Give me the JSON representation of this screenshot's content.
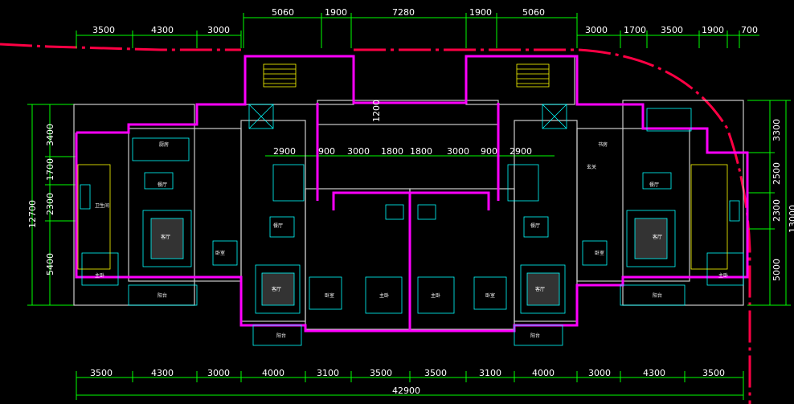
{
  "drawing": {
    "top_dims_row1": [
      "5060",
      "1900",
      "7280",
      "1900",
      "5060"
    ],
    "top_dims_row2_left": [
      "3500",
      "4300",
      "3000"
    ],
    "top_dims_row2_right": [
      "3000",
      "1700",
      "3500",
      "1900",
      "700"
    ],
    "mid_dims": [
      "2900",
      "900",
      "3000",
      "1800",
      "1800",
      "3000",
      "900",
      "2900"
    ],
    "corridor_dim": "1200",
    "bottom_dims": [
      "3500",
      "4300",
      "3000",
      "4000",
      "3100",
      "3500",
      "3500",
      "3100",
      "4000",
      "3000",
      "4300",
      "3500"
    ],
    "total_width": "42900",
    "left_dims": [
      "3400",
      "1700",
      "2300",
      "5400"
    ],
    "left_total": "12700",
    "right_dims": [
      "3300",
      "2500",
      "2300",
      "5000"
    ],
    "right_total": "13000",
    "room_labels": {
      "dining": "餐厅",
      "living": "客厅",
      "master_bedroom": "主卧",
      "bedroom": "卧室",
      "kitchen": "厨房",
      "bath": "卫生间",
      "balcony": "阳台",
      "study": "书房",
      "entry": "玄关"
    }
  },
  "colors": {
    "background": "#000000",
    "dimension": "#00ff00",
    "wall": "#ffffff",
    "outline": "#ff00ff",
    "furniture": "#00ffff",
    "fixture": "#ffff00",
    "red_axis": "#ff0044"
  }
}
